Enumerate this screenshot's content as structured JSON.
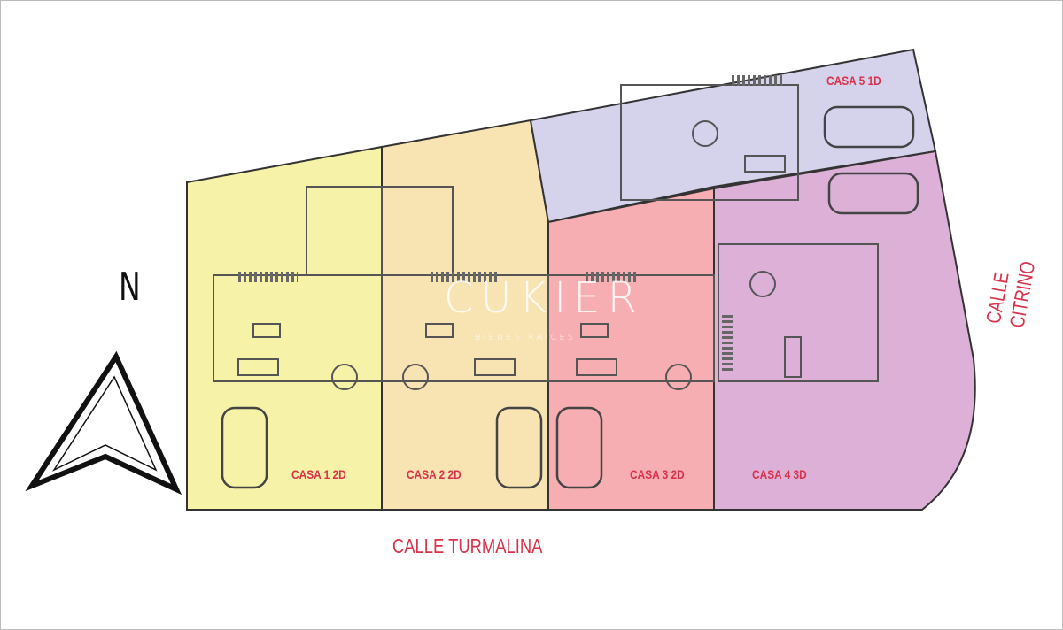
{
  "plan": {
    "north_label": "N",
    "lots": [
      {
        "label": "CASA 1 2D",
        "color": "#f6f2a8"
      },
      {
        "label": "CASA 2 2D",
        "color": "#f8e3b2"
      },
      {
        "label": "CASA 3 2D",
        "color": "#f6aeb2"
      },
      {
        "label": "CASA 4 3D",
        "color": "#ddb0d8"
      },
      {
        "label": "CASA 5 1D",
        "color": "#d5d2ec"
      }
    ],
    "streets": {
      "bottom": "CALLE TURMALINA",
      "right": "CALLE CITRINO"
    },
    "label_color": "#d8334b"
  },
  "watermark": {
    "brand": "CUKIER",
    "tagline": "BIENES RAICES"
  }
}
